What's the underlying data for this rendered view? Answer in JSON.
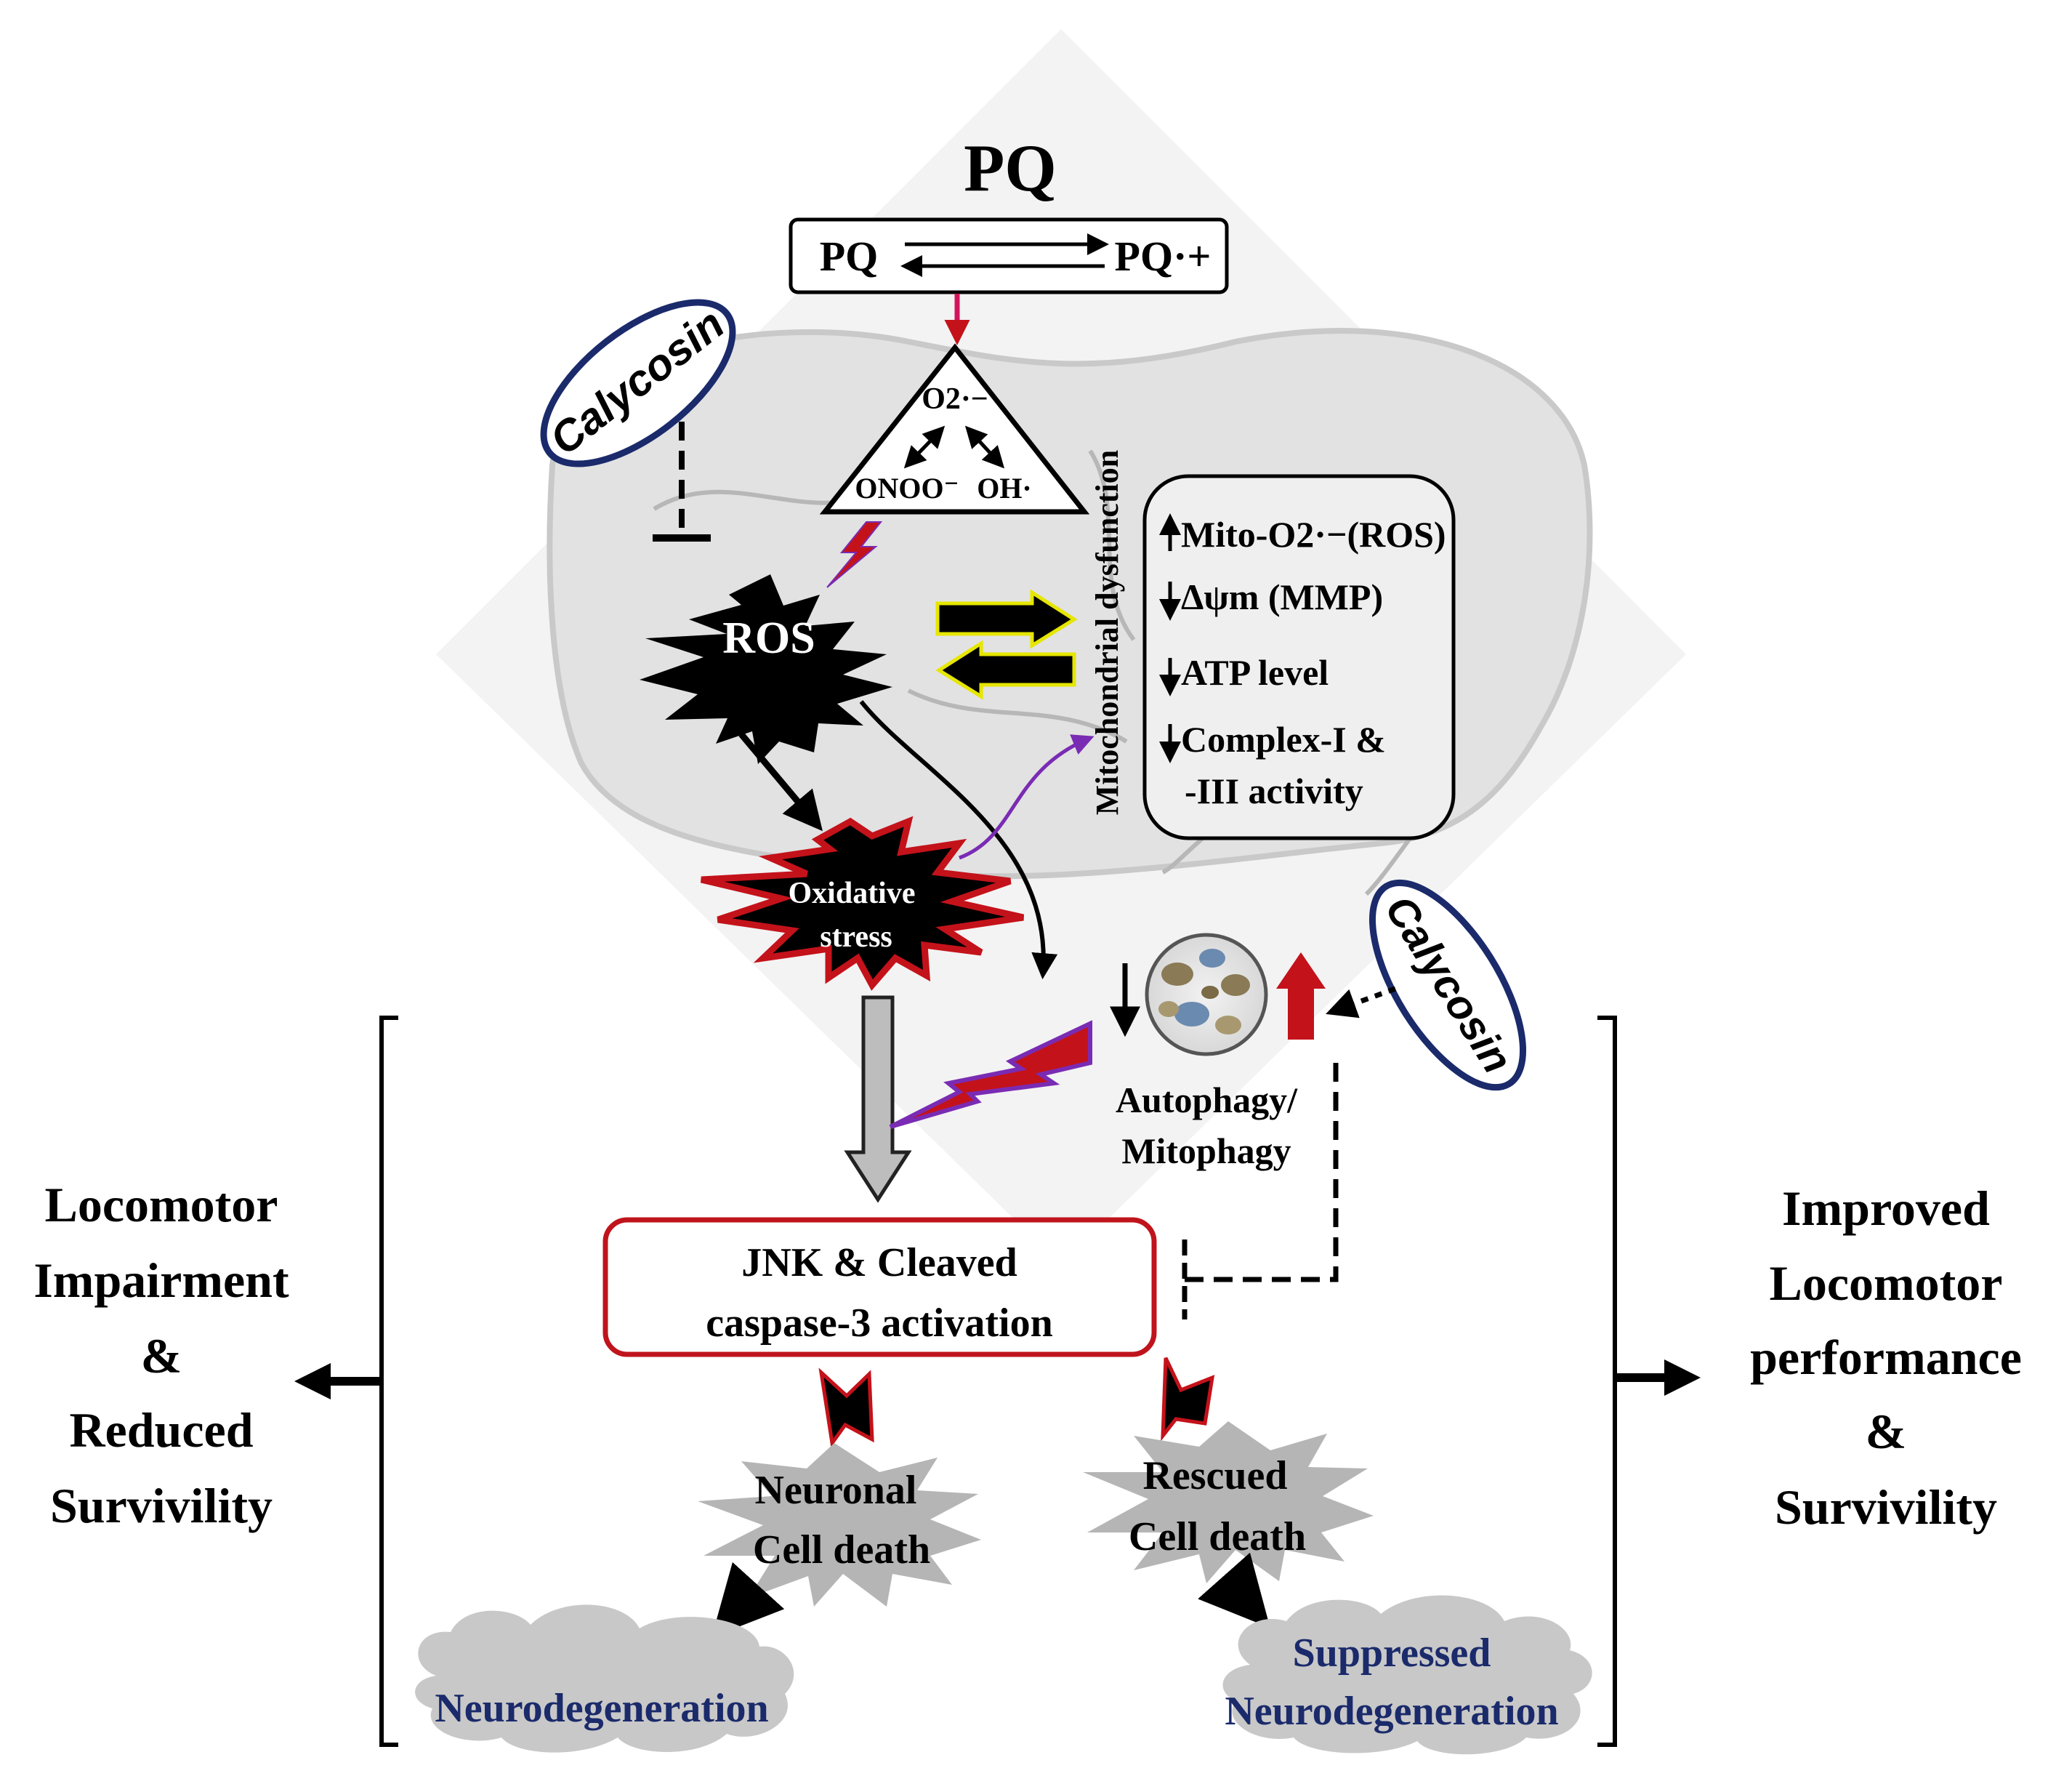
{
  "title": "PQ",
  "pq_box": {
    "left": "PQ",
    "right": "PQ·+"
  },
  "triangle": {
    "top": "O2·−",
    "left": "ONOO⁻",
    "right": "OH·"
  },
  "calycosin_top": "Calycosin",
  "calycosin_right": "Calycosin",
  "ros": "ROS",
  "oxidative_stress": [
    "Oxidative",
    "stress"
  ],
  "mito_label": "Mitochondrial dysfunction",
  "mito_box": {
    "items": [
      "Mito-O2·−(ROS)",
      "Δψm (MMP)",
      "ATP level",
      "Complex-I &",
      "-III activity"
    ]
  },
  "autophagy": [
    "Autophagy/",
    "Mitophagy"
  ],
  "jnk_box": [
    "JNK & Cleaved",
    "caspase-3 activation"
  ],
  "neuronal_death": [
    "Neuronal",
    "Cell death"
  ],
  "rescued_death": [
    "Rescued",
    "Cell death"
  ],
  "neurodegeneration": "Neurodegeneration",
  "suppressed": [
    "Suppressed",
    "Neurodegeneration"
  ],
  "left_outcome": [
    "Locomotor",
    "Impairment",
    "&",
    "Reduced",
    "Survivility"
  ],
  "right_outcome": [
    "Improved",
    "Locomotor",
    "performance",
    "&",
    "Survivility"
  ],
  "colors": {
    "red_box": "#c0141c",
    "navy": "#1a2a6b",
    "purple": "#7a2bb3",
    "bolt_red": "#c4121a",
    "cloud": "#c8c8c8",
    "burst_gray": "#b5b5b5",
    "mito_fill": "#efefef"
  }
}
